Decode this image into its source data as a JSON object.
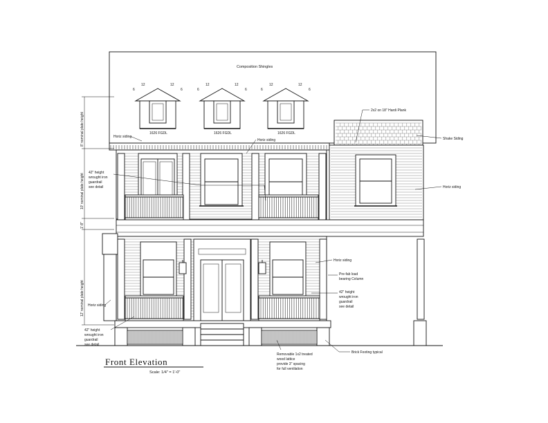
{
  "drawing": {
    "title": "Front Elevation",
    "scale": "Scale: 1/4\" = 1'-0\""
  },
  "roof": {
    "label": "Composition Shingles",
    "dormer_pitch_run": "12",
    "dormer_pitch_rise": "6",
    "dormer_window_label": "1626 FGDL",
    "hardi_plank": "2x2 on 18\" Hardi Plank",
    "shake_siding": "Shake Siding"
  },
  "heights": {
    "upper_plate": "8' nominal plate height",
    "second_floor_plate": "10' nominal plate height",
    "floor_system": "1'-8\"",
    "first_floor_plate": "12' nominal plate height"
  },
  "callouts": {
    "horiz_siding": "Horiz siding",
    "guardrail_line1": "42\" height",
    "guardrail_line2": "wrought iron",
    "guardrail_line3": "guardrail",
    "guardrail_line4": "see detail",
    "column_line1": "Pre-fab load",
    "column_line2": "bearing Column",
    "brick_footing": "Brick Footing typical",
    "lattice_line1": "Removable 1x2 treated",
    "lattice_line2": "wood lattice",
    "lattice_line3": "provide 3\" spacing",
    "lattice_line4": "for full ventilation"
  }
}
